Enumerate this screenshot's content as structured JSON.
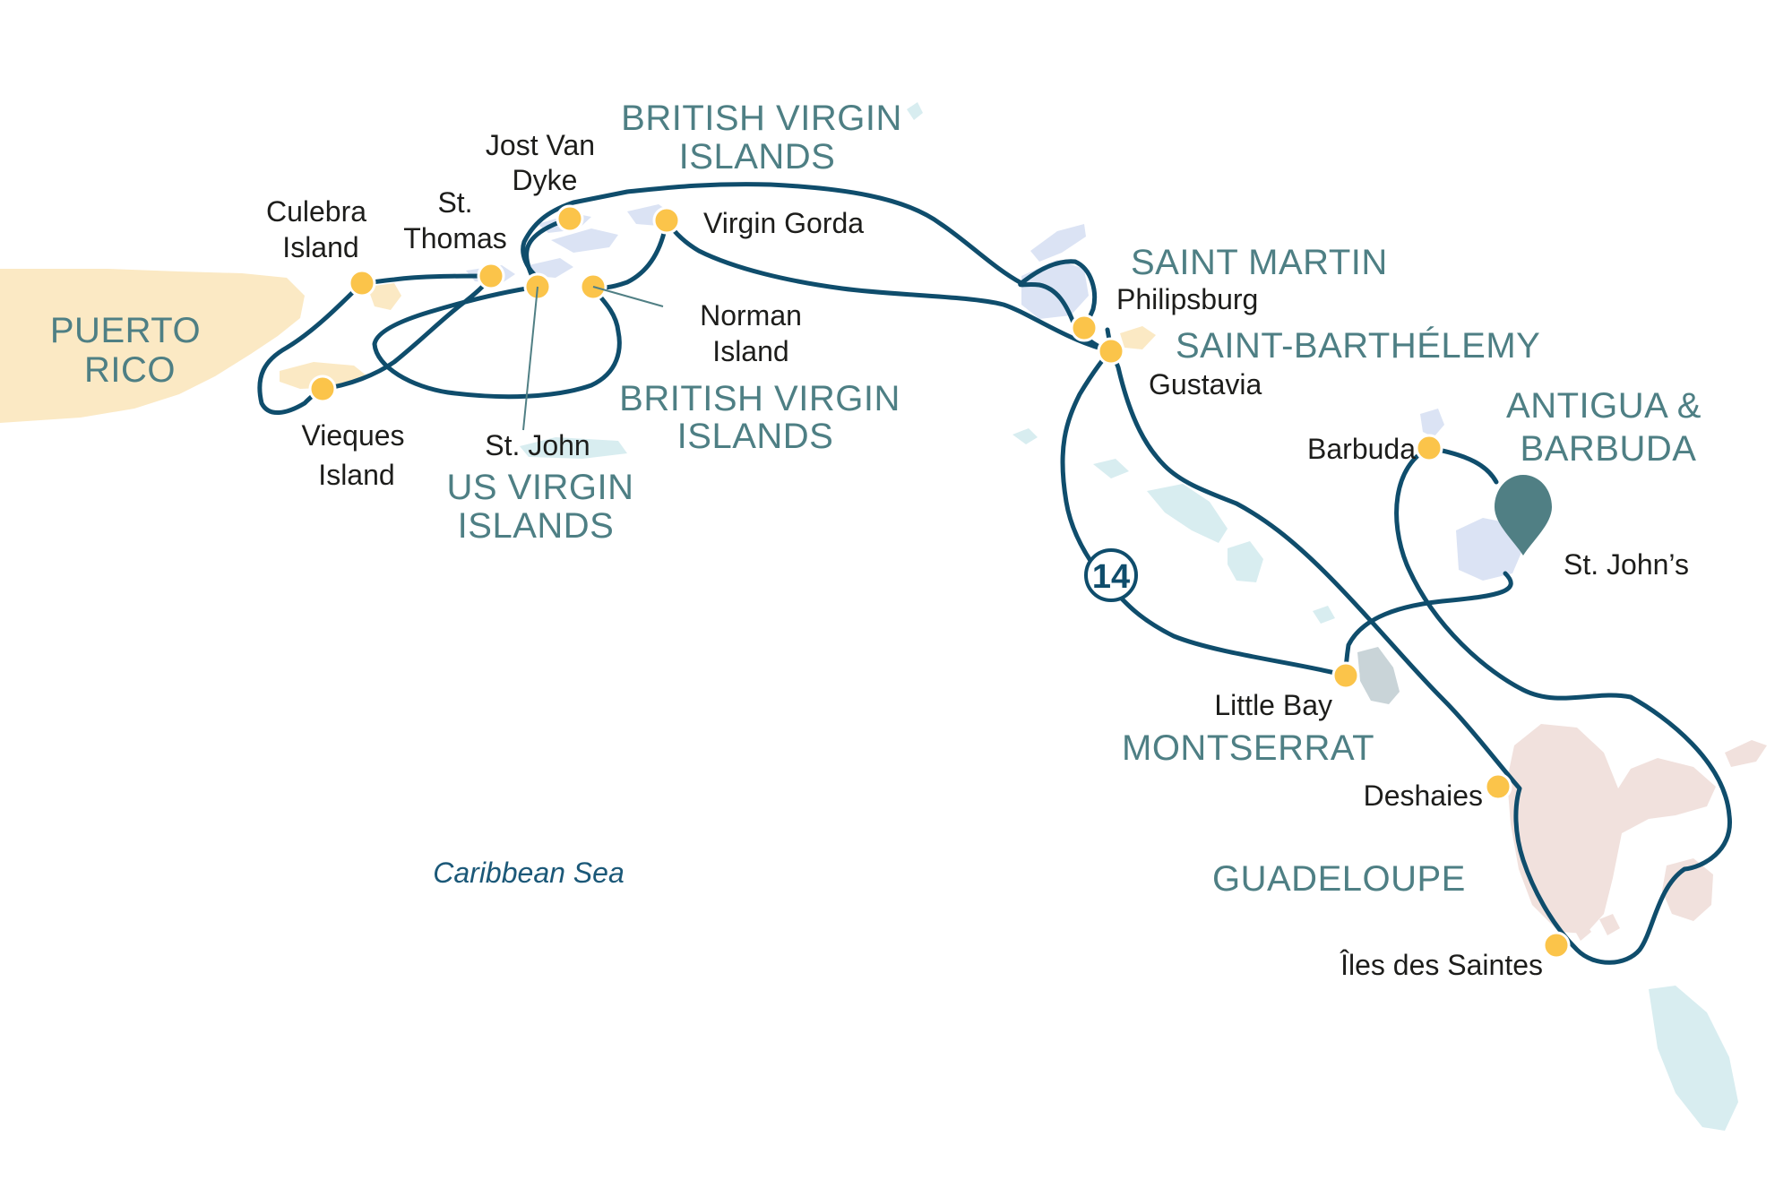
{
  "colors": {
    "route": "#0f4d6c",
    "port": "#fbc44a",
    "region_label": "#4e7f84",
    "sea_label": "#1b5878",
    "puerto_rico_land": "#fbe9c4",
    "virgin_islands_land": "#dbe3f4",
    "saint_barth_land": "#fbe9c4",
    "montserrat_land": "#c9d4d8",
    "guadeloupe_land": "#f1e1dd",
    "other_islands_land": "#d8edf0",
    "start_marker": "#507f84"
  },
  "regions": {
    "puerto_rico": [
      "PUERTO",
      "RICO"
    ],
    "bvi_top": [
      "BRITISH VIRGIN",
      "ISLANDS"
    ],
    "bvi_bottom": [
      "BRITISH VIRGIN",
      "ISLANDS"
    ],
    "usvi": [
      "US VIRGIN",
      "ISLANDS"
    ],
    "saint_martin": "SAINT MARTIN",
    "saint_barth": "SAINT-BARTHÉLEMY",
    "antigua": [
      "ANTIGUA &",
      "BARBUDA"
    ],
    "montserrat": "MONTSERRAT",
    "guadeloupe": "GUADELOUPE"
  },
  "ports": {
    "culebra": [
      "Culebra",
      "Island"
    ],
    "st_thomas": [
      "St.",
      "Thomas"
    ],
    "jost_van_dyke": [
      "Jost Van",
      "Dyke"
    ],
    "virgin_gorda": "Virgin Gorda",
    "norman_island": [
      "Norman",
      "Island"
    ],
    "st_john": "St. John",
    "vieques": [
      "Vieques",
      "Island"
    ],
    "philipsburg": "Philipsburg",
    "gustavia": "Gustavia",
    "barbuda": "Barbuda",
    "st_johns": "St. John’s",
    "little_bay": "Little Bay",
    "deshaies": "Deshaies",
    "iles_des_saintes": "Îles des Saintes"
  },
  "sea_label": "Caribbean Sea",
  "duration_badge": "14",
  "icons": {
    "start_marker": "map-pin-icon",
    "port_marker": "port-dot-icon"
  }
}
